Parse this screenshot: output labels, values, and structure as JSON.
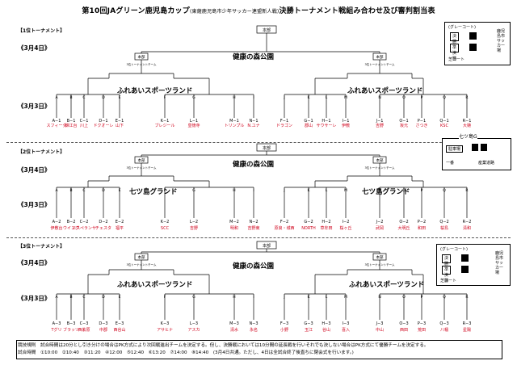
{
  "title": "第10回JAグリーン鹿児島カップ",
  "title_sub": "(東薩鹿児島市少年サッカー連盟新人戦)",
  "title_tail": "決勝トーナメント戦組み合わせ及び審判割当表",
  "day_labels": {
    "day4": "《3月4日》",
    "day3": "《3月3日》"
  },
  "sections": [
    {
      "label": "【1位トーナメント】",
      "venue_final": "健康の森公園",
      "venue_left": "ふれあいスポーツランド",
      "venue_right": "ふれあいスポーツランド",
      "teams": [
        "スフィーダ",
        "錦江台",
        "川上",
        "ドクオーレ",
        "山下",
        "ブレジール",
        "皇徳寺",
        "トリンプル",
        "N.ユナ",
        "ドラゴン",
        "郡山",
        "サウサーレ",
        "伊敷",
        "吉野",
        "坂元",
        "さつき",
        "KSC",
        "大樋"
      ],
      "codes": [
        "A−1",
        "B−1",
        "C−1",
        "D−1",
        "E−1",
        "K−1",
        "L−1",
        "M−1",
        "N−1",
        "F−1",
        "G−1",
        "H−1",
        "I−1",
        "J−1",
        "O−1",
        "P−1",
        "Q−1",
        "R−1"
      ]
    },
    {
      "label": "【2位トーナメント】",
      "venue_final": "健康の森公園",
      "venue_left": "七ツ島グランド",
      "venue_right": "七ツ島グランド",
      "teams": [
        "伊敷台",
        "ウイング",
        "エスペランサ",
        "チェスタ",
        "福平",
        "SCC",
        "吉野",
        "明和",
        "吉野東",
        "原良・城西",
        "NORTH",
        "草牟田",
        "桜ヶ丘",
        "武岡",
        "大明丘",
        "和田",
        "桜島",
        "清和"
      ],
      "codes": [
        "A−2",
        "B−2",
        "C−2",
        "D−2",
        "E−2",
        "K−2",
        "L−2",
        "M−2",
        "N−2",
        "F−2",
        "G−2",
        "H−2",
        "I−2",
        "J−2",
        "O−2",
        "P−2",
        "Q−2",
        "R−2"
      ]
    },
    {
      "label": "【3位トーナメント】",
      "venue_final": "健康の森公園",
      "venue_left": "ふれあいスポーツランド",
      "venue_right": "ふれあいスポーツランド",
      "teams": [
        "Tグリ",
        "ブラッツ",
        "西紫原",
        "中郡",
        "西谷山",
        "アサヒナ",
        "アスカ",
        "清水",
        "永名",
        "小野",
        "玉江",
        "谷山",
        "喜入",
        "中山",
        "西田",
        "荒田",
        "八幡",
        "星陽"
      ],
      "codes": [
        "A−3",
        "B−3",
        "C−3",
        "D−3",
        "E−3",
        "K−3",
        "L−3",
        "M−3",
        "N−3",
        "F−3",
        "G−3",
        "H−3",
        "I−3",
        "J−3",
        "O−3",
        "P−3",
        "Q−3",
        "R−3"
      ]
    }
  ],
  "bracket_marks": {
    "top": "本部",
    "semi_note": "3位トーナメントチーム",
    "win": "勝",
    "seed_letters": [
      "A",
      "B",
      "C",
      "D",
      "E",
      "F",
      "G",
      "H",
      "I",
      "J",
      "K",
      "L",
      "M",
      "N",
      "O",
      "P",
      "Q",
      "R"
    ]
  },
  "legend": {
    "s1": {
      "head": "(グレーコート)",
      "r1": "決勝",
      "r2": "準決勝",
      "side": "鹿児島市サッカー場",
      "bottom": "芝コート"
    },
    "s2": {
      "head": "七ツ島G",
      "r1": "駐車場",
      "r2": "一番",
      "r3": "産業道路"
    },
    "s3": {
      "head": "(グレーコート)",
      "r1": "決勝",
      "r2": "準決勝",
      "side": "鹿児島市サッカー場",
      "bottom": "芝コート"
    }
  },
  "footer": {
    "rule": "競技規則　試合時間は20分とし引き分けの場合はPK方式により次回戦進出チームを決定する。但し、決勝戦においては10分間の延長戦を行いそれでも決しない場合はPK方式にて優勝チームを決定する。",
    "times_label": "試合時間",
    "times": "①10:00　②10:40　③11:20　④12:00　⑤12:40　⑥13:20　⑦14:00　⑧14:40",
    "note": "(3月4日共通。ただし、4日は全試合終了後直ちに閉会式を行います。)"
  },
  "colors": {
    "team_text": "#d0021b",
    "ink": "#000000"
  }
}
